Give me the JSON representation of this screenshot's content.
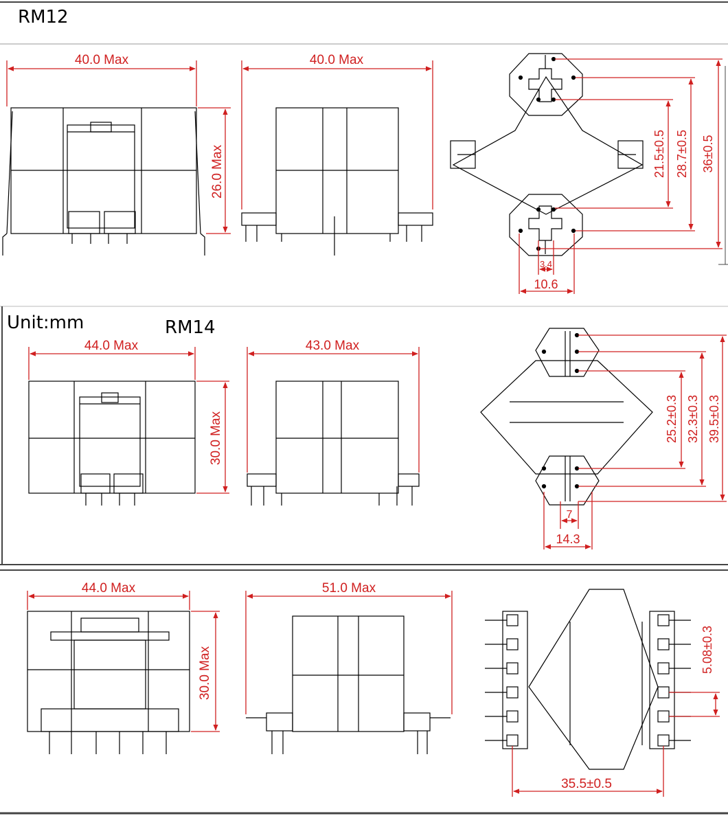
{
  "panels": [
    {
      "model": "RM12",
      "front_width": "40.0 Max",
      "side_width": "40.0 Max",
      "height": "26.0 Max",
      "pin_dims": [
        "21.5±0.5",
        "28.7±0.5",
        "36±0.5"
      ],
      "pitch_small": "3.4",
      "pitch_span": "10.6"
    },
    {
      "unit": "Unit:mm",
      "model": "RM14",
      "front_width": "44.0 Max",
      "side_width": "43.0 Max",
      "height": "30.0 Max",
      "pin_dims": [
        "25.2±0.3",
        "32.3±0.3",
        "39.5±0.3"
      ],
      "pitch_small": "7",
      "pitch_span": "14.3"
    },
    {
      "front_width": "44.0 Max",
      "side_width": "51.0 Max",
      "height": "30.0 Max",
      "pin_pitch": "5.08±0.3",
      "row_spacing": "35.5±0.5"
    }
  ],
  "colors": {
    "dimension": "#d02020",
    "outline": "#000000",
    "frame": "#444444"
  }
}
